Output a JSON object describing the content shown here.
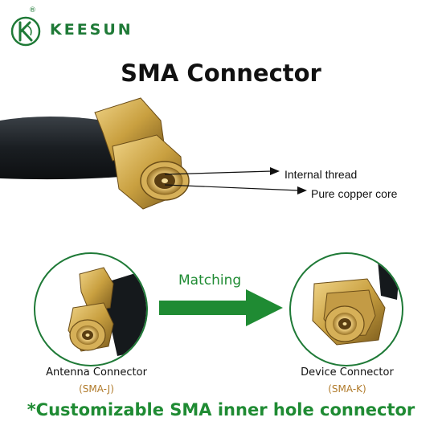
{
  "brand": {
    "name": "KEESUN",
    "logo_text": "KEESUN",
    "registered_mark": "®",
    "color": "#1f7a37"
  },
  "title": "SMA Connector",
  "callouts": [
    {
      "label": "Internal thread"
    },
    {
      "label": "Pure copper core"
    }
  ],
  "matching": {
    "label": "Matching",
    "arrow_color": "#1f8b33"
  },
  "connectors": {
    "antenna": {
      "label": "Antenna Connector",
      "code": "(SMA-J)"
    },
    "device": {
      "label": "Device Connector",
      "code": "(SMA-K)"
    }
  },
  "footer": "*Customizable SMA inner hole connector",
  "colors": {
    "accent": "#1f8b33",
    "code_text": "#b07a2a",
    "gold": "#c9a040"
  }
}
